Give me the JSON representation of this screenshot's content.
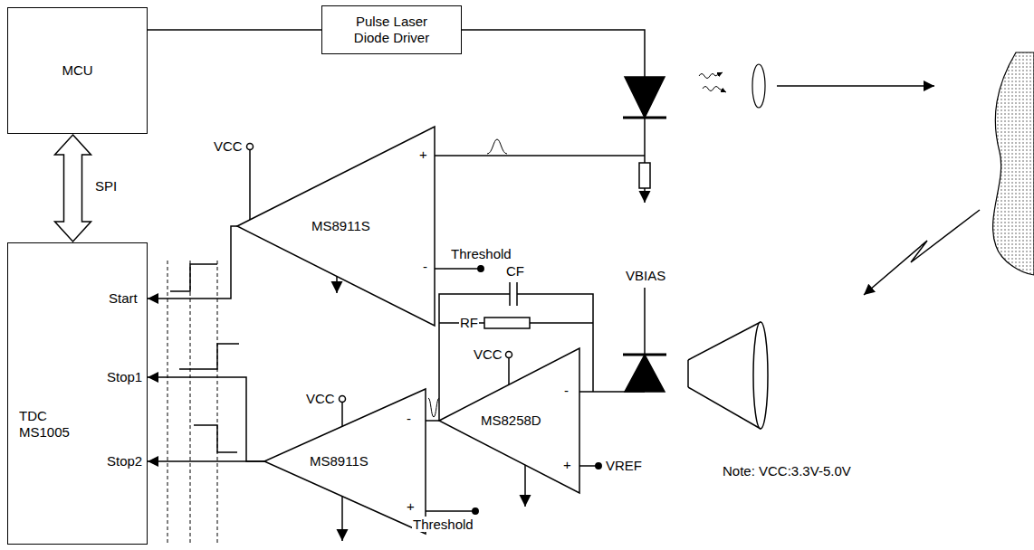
{
  "diagram": {
    "nodes": [
      {
        "text": [
          "MCU"
        ]
      },
      {
        "text": [
          "Pulse Laser Diode Driver"
        ]
      },
      {
        "text": [
          "TDC MS1005"
        ]
      },
      {
        "text": [
          "MS8911S"
        ]
      },
      {
        "text": [
          "MS8911S"
        ]
      },
      {
        "text": [
          "MS8258D"
        ]
      }
    ],
    "edges": [
      {
        "from": 0,
        "to": 1,
        "arrow": "none"
      },
      {
        "from": 0,
        "to": 2,
        "label": "SPI",
        "arrow": "both"
      },
      {
        "from": 3,
        "to": 2,
        "arrow": "to"
      },
      {
        "from": 4,
        "to": 2,
        "arrow": "to"
      },
      {
        "from": 4,
        "to": 2,
        "arrow": "to"
      },
      {
        "from": 5,
        "to": 4,
        "arrow": "none"
      }
    ],
    "labels": [
      "VCC",
      "+",
      "-",
      "Threshold",
      "Start",
      "Stop1",
      "Stop2",
      "CF",
      "RF",
      "VBIAS",
      "VCC",
      "-",
      "+",
      "VREF",
      "VCC",
      "-",
      "+",
      "Threshold",
      "Note: VCC:3.3V-5.0V"
    ]
  }
}
